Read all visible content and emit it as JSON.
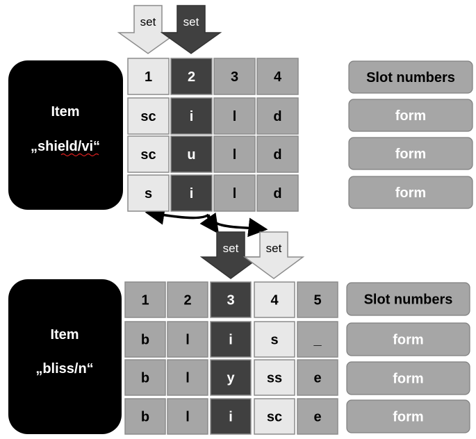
{
  "colors": {
    "light": "#e8e8e8",
    "mid": "#a6a6a6",
    "dark": "#404040",
    "black": "#000000",
    "white": "#ffffff",
    "cell_border": "#8c8c8c",
    "label_fill": "#a6a6a6",
    "label_border": "#7f7f7f"
  },
  "top": {
    "item_title": "Item",
    "item_name": "„shield/vi“",
    "arrows": [
      {
        "label": "set",
        "shade": "light"
      },
      {
        "label": "set",
        "shade": "dark"
      }
    ],
    "header_row": [
      "1",
      "2",
      "3",
      "4"
    ],
    "rows": [
      [
        "sc",
        "i",
        "l",
        "d"
      ],
      [
        "sc",
        "u",
        "l",
        "d"
      ],
      [
        "s",
        "i",
        "l",
        "d"
      ]
    ],
    "column_shades": [
      "light",
      "dark",
      "mid",
      "mid"
    ],
    "side_labels": [
      "Slot numbers",
      "form",
      "form",
      "form"
    ]
  },
  "bottom": {
    "item_title": "Item",
    "item_name": "„bliss/n“",
    "arrows": [
      {
        "label": "set",
        "shade": "dark"
      },
      {
        "label": "set",
        "shade": "light"
      }
    ],
    "header_row": [
      "1",
      "2",
      "3",
      "4",
      "5"
    ],
    "rows": [
      [
        "b",
        "l",
        "i",
        "s",
        "_"
      ],
      [
        "b",
        "l",
        "y",
        "ss",
        "e"
      ],
      [
        "b",
        "l",
        "i",
        "sc",
        "e"
      ]
    ],
    "column_shades": [
      "mid",
      "mid",
      "dark",
      "light",
      "mid"
    ],
    "side_labels": [
      "Slot numbers",
      "form",
      "form",
      "form"
    ]
  }
}
